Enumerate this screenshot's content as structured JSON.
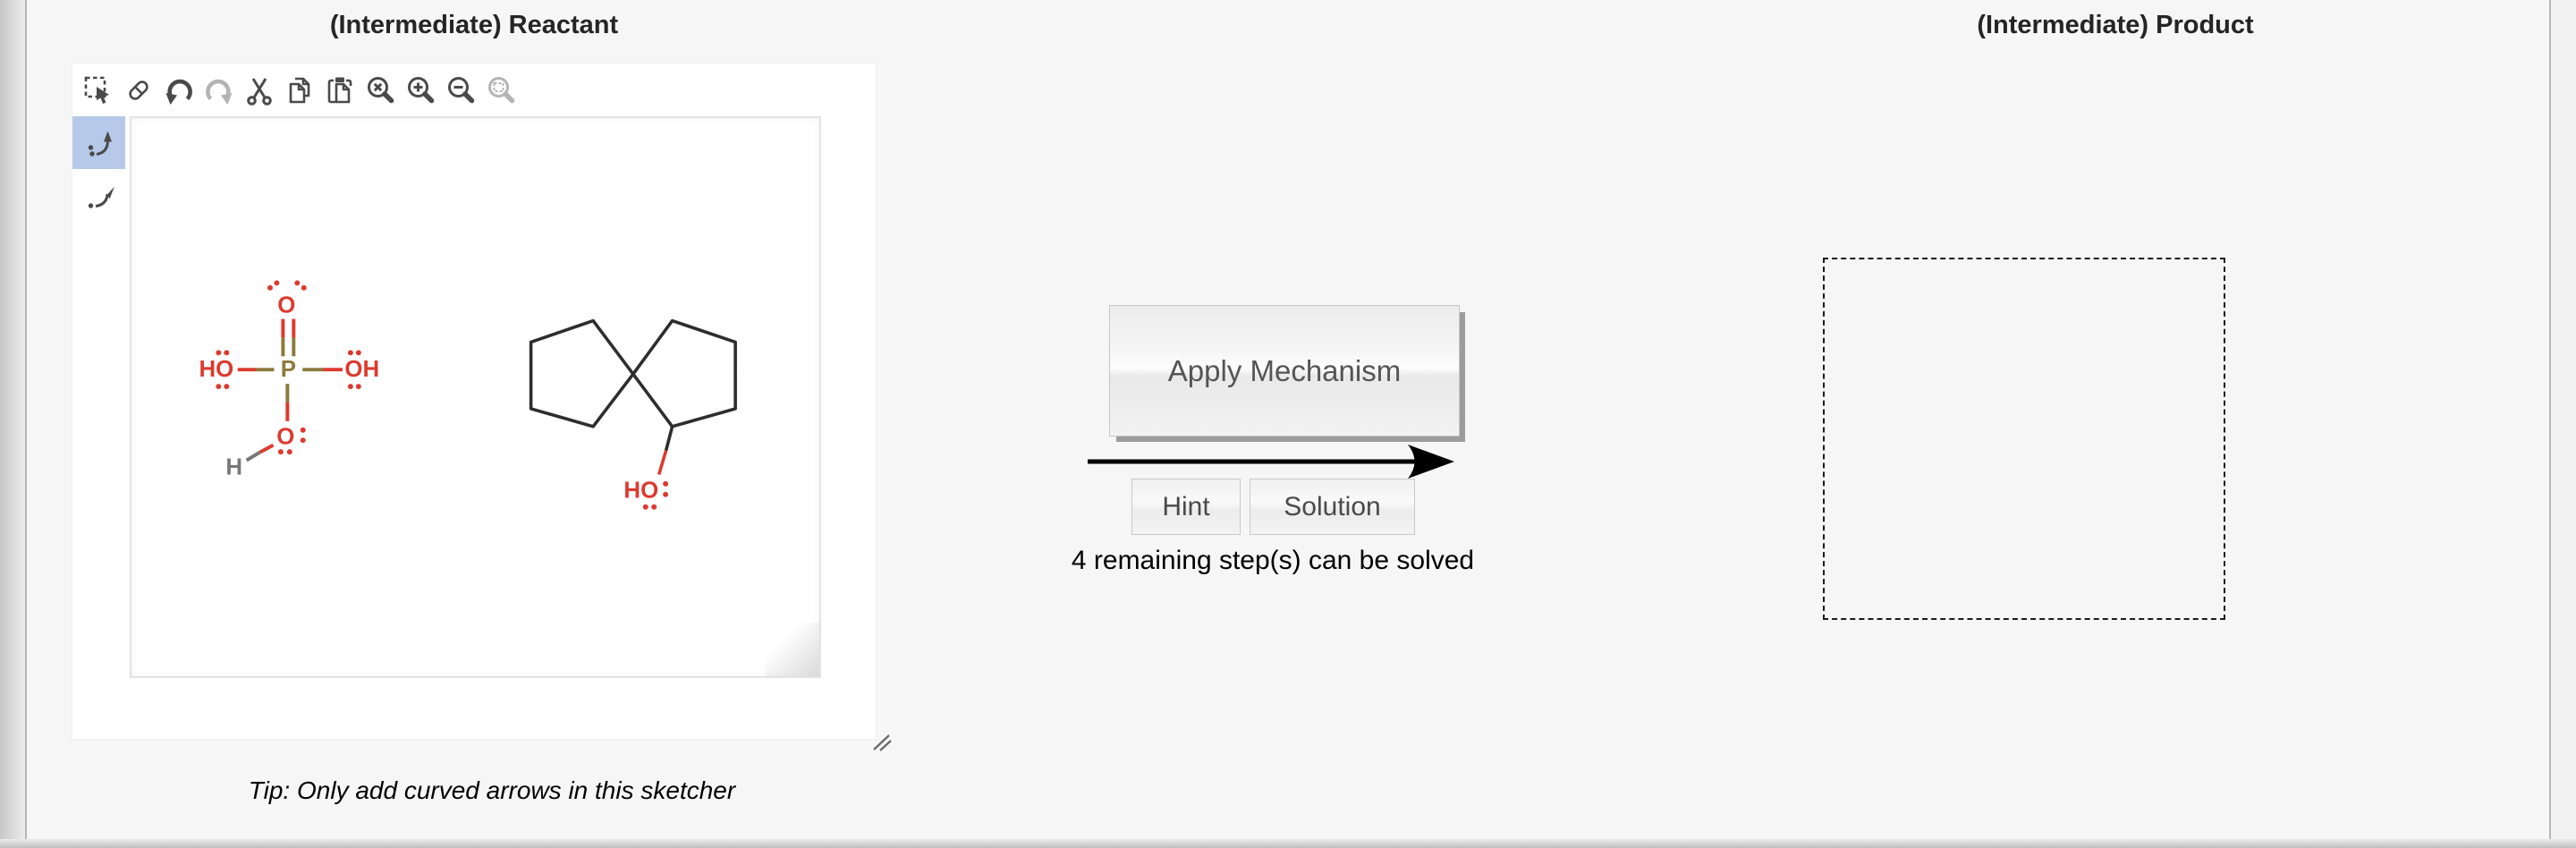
{
  "reactant": {
    "title": "(Intermediate) Reactant",
    "tip": "Tip: Only add curved arrows in this sketcher"
  },
  "product": {
    "title": "(Intermediate) Product"
  },
  "actions": {
    "apply_label": "Apply Mechanism",
    "hint_label": "Hint",
    "solution_label": "Solution",
    "status": "4 remaining step(s) can be solved"
  },
  "sketcher": {
    "toolbar": [
      {
        "name": "marquee-select",
        "enabled": true
      },
      {
        "name": "eraser",
        "enabled": true
      },
      {
        "name": "undo",
        "enabled": true
      },
      {
        "name": "redo",
        "enabled": false
      },
      {
        "name": "cut",
        "enabled": true
      },
      {
        "name": "copy",
        "enabled": true
      },
      {
        "name": "paste",
        "enabled": true
      },
      {
        "name": "zoom-reset",
        "enabled": true
      },
      {
        "name": "zoom-in",
        "enabled": true
      },
      {
        "name": "zoom-out",
        "enabled": true
      },
      {
        "name": "zoom-fit",
        "enabled": false
      }
    ],
    "tools": [
      {
        "name": "electron-pair-curved-arrow",
        "selected": true
      },
      {
        "name": "radical-curved-arrow",
        "selected": false
      }
    ]
  },
  "molecules": {
    "phosphoric_acid": {
      "description": "phosphoric acid with all lone pairs drawn",
      "labels": {
        "p": "P",
        "o_top": "O",
        "ho_left": "HO",
        "oh_right": "OH",
        "o_bottom": "O",
        "h_bottom": "H"
      }
    },
    "spiro_alcohol": {
      "description": "spiro[4.4]nonan-1-ol with lone pairs on oxygen",
      "labels": {
        "ho": "HO"
      }
    }
  },
  "colors": {
    "oxygen": "#dc3a30",
    "phosphorus": "#8c7a3e",
    "hydrogen": "#777777",
    "bond": "#2d2d2d",
    "tool_selected_bg": "#b6c9e9",
    "icon": "#4a4a4a",
    "icon_disabled": "#b4b4b4"
  }
}
